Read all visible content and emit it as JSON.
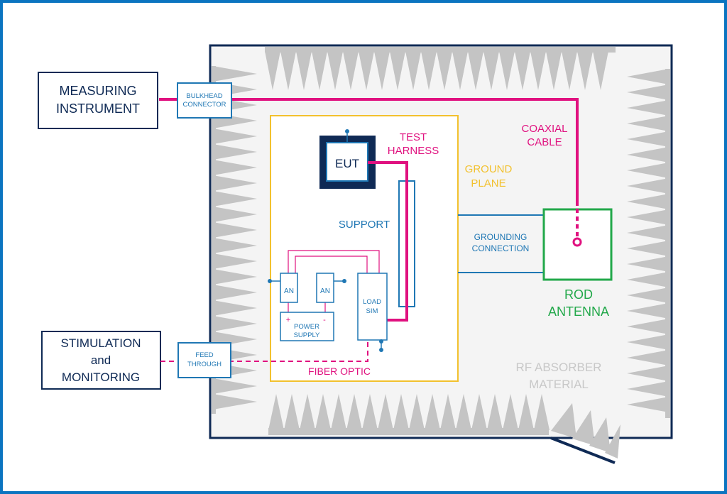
{
  "labels": {
    "measuring_line1": "MEASURING",
    "measuring_line2": "INSTRUMENT",
    "bulkhead_line1": "BULKHEAD",
    "bulkhead_line2": "CONNECTOR",
    "stimulation_line1": "STIMULATION",
    "stimulation_line2": "and",
    "stimulation_line3": "MONITORING",
    "feed_line1": "FEED",
    "feed_line2": "THROUGH",
    "eut": "EUT",
    "test_line1": "TEST",
    "test_line2": "HARNESS",
    "coax_line1": "COAXIAL",
    "coax_line2": "CABLE",
    "ground_line1": "GROUND",
    "ground_line2": "PLANE",
    "support": "SUPPORT",
    "grounding_line1": "GROUNDING",
    "grounding_line2": "CONNECTION",
    "rod_line1": "ROD",
    "rod_line2": "ANTENNA",
    "an1": "AN",
    "an2": "AN",
    "load_line1": "LOAD",
    "load_line2": "SIM",
    "power_line1": "POWER",
    "power_line2": "SUPPLY",
    "plus": "+",
    "minus": "-",
    "fiber": "FIBER OPTIC",
    "rf_line1": "RF ABSORBER",
    "rf_line2": "MATERIAL"
  },
  "colors": {
    "frame": "#0b74c0",
    "navy": "#0f2a55",
    "blue": "#1f77b4",
    "magenta": "#e0117f",
    "yellow": "#f2c12e",
    "green": "#22a84a",
    "absorber": "#c4c4c4",
    "label_gray": "#c8c8c8"
  }
}
